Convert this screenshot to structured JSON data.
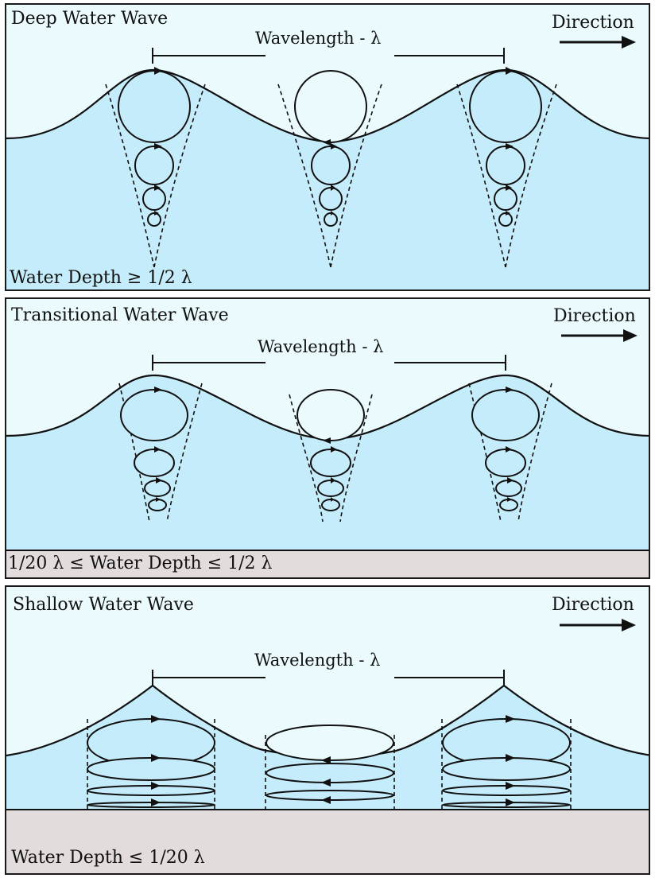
{
  "colors": {
    "sky": "#eafafd",
    "water": "#c5ecfa",
    "seabed": "#e3dcdc",
    "ink": "#111111"
  },
  "panels": [
    {
      "title": "Deep Water Wave",
      "direction": "Direction",
      "wavelength": "Wavelength - λ",
      "depth": "Water Depth ≥ 1/2 λ"
    },
    {
      "title": "Transitional Water Wave",
      "direction": "Direction",
      "wavelength": "Wavelength - λ",
      "depth": "1/20 λ ≤ Water Depth ≤ 1/2 λ"
    },
    {
      "title": "Shallow Water Wave",
      "direction": "Direction",
      "wavelength": "Wavelength - λ",
      "depth": "Water Depth ≤ 1/20 λ"
    }
  ]
}
